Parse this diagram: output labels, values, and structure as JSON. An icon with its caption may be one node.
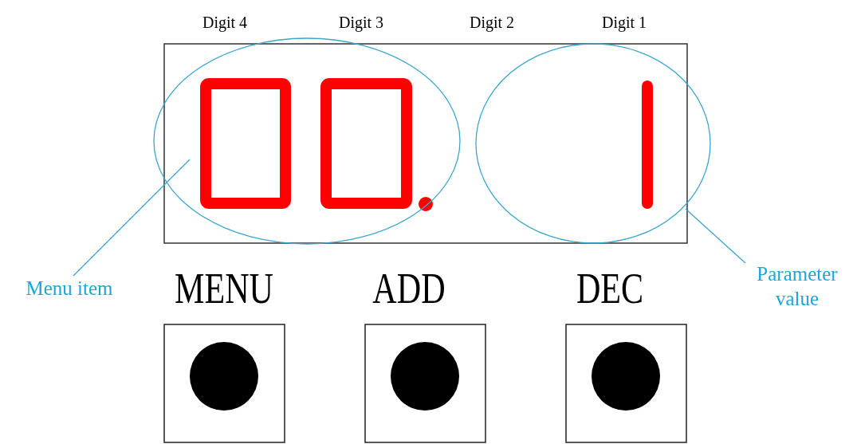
{
  "diagram": {
    "nodes": [
      {
        "text": [
          "Menu item"
        ]
      },
      {
        "text": [],
        "shape": "ellipse"
      },
      {
        "text": [],
        "shape": "ellipse"
      },
      {
        "text": [
          "Parameter value"
        ]
      }
    ],
    "edges": [
      {
        "from": 0,
        "to": 1,
        "arrow": "none"
      },
      {
        "from": 3,
        "to": 2,
        "arrow": "none"
      }
    ],
    "labels": [
      "Digit 4",
      "Digit 3",
      "Digit 2",
      "Digit 1",
      "MENU",
      "ADD",
      "DEC"
    ]
  }
}
